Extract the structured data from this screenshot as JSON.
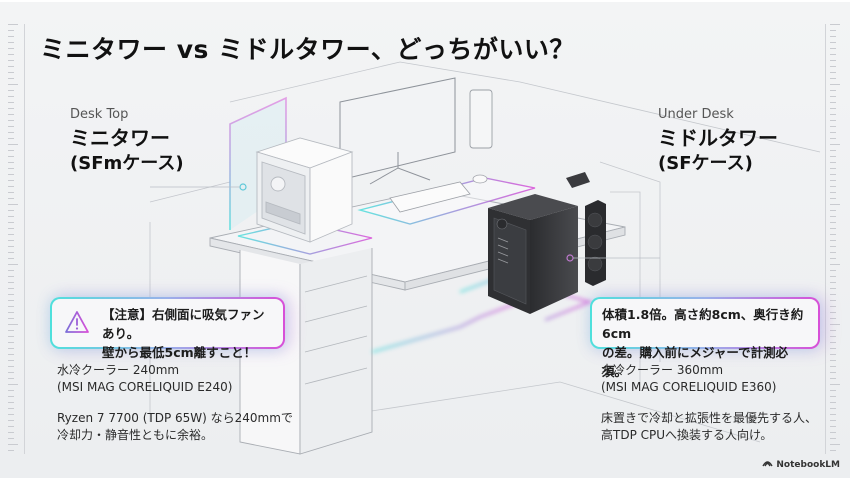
{
  "title": "ミニタワー vs ミドルタワー、どっちがいい？",
  "left": {
    "subtitle": "Desk Top",
    "heading_line1": "ミニタワー",
    "heading_line2": "(SFmケース)",
    "callout_icon": "warning-triangle-icon",
    "callout_line1": "【注意】右側面に吸気ファンあり。",
    "callout_line2": "壁から最低5cm離すこと！",
    "cooler_line1": "水冷クーラー 240mm",
    "cooler_line2": "(MSI MAG CORELIQUID E240)",
    "note_line1": "Ryzen 7 7700 (TDP 65W) なら240mmで",
    "note_line2": "冷却力・静音性ともに余裕。"
  },
  "right": {
    "subtitle": "Under Desk",
    "heading_line1": "ミドルタワー",
    "heading_line2": "(SFケース)",
    "callout_line1": "体積1.8倍。高さ約8cm、奥行き約6cm",
    "callout_line2": "の差。購入前にメジャーで計測必須。",
    "cooler_line1": "水冷クーラー 360mm",
    "cooler_line2": "(MSI MAG CORELIQUID E360)",
    "note_line1": "床置きで冷却と拡張性を最優先する人、",
    "note_line2": "高TDP CPUへ換装する人向け。"
  },
  "brand": {
    "icon": "notebooklm-logo-icon",
    "label": "NotebookLM"
  },
  "colors": {
    "accent_cyan": "#4fe0dc",
    "accent_magenta": "#d84fd8",
    "dark_case": "#3a3b3e",
    "white_case": "#f4f4f4"
  }
}
